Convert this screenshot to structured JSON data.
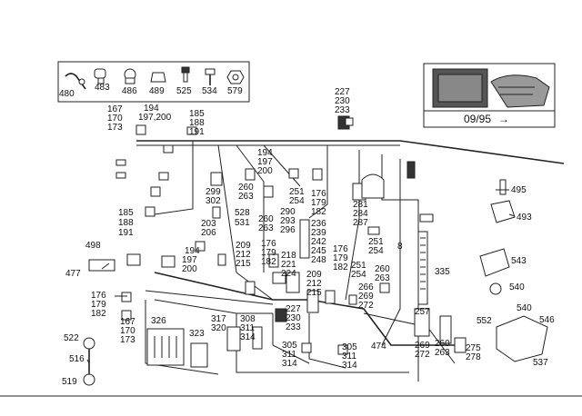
{
  "legend_box": {
    "items": [
      {
        "num": "480",
        "icon": "harness-clip-icon"
      },
      {
        "num": "483",
        "icon": "grommet-icon"
      },
      {
        "num": "486",
        "icon": "plug-icon"
      },
      {
        "num": "489",
        "icon": "cap-icon"
      },
      {
        "num": "525",
        "icon": "bolt-icon"
      },
      {
        "num": "534",
        "icon": "screw-icon"
      },
      {
        "num": "579",
        "icon": "nut-icon"
      }
    ]
  },
  "engine_inset": {
    "date_label": "09/95",
    "arrow": "→"
  },
  "labels": [
    {
      "id": "l227",
      "text": "227"
    },
    {
      "id": "l230a",
      "text": "230"
    },
    {
      "id": "l233a",
      "text": "233"
    },
    {
      "id": "l167a",
      "text": "167"
    },
    {
      "id": "l170a",
      "text": "170"
    },
    {
      "id": "l173a",
      "text": "173"
    },
    {
      "id": "l194a",
      "text": "194"
    },
    {
      "id": "l197200",
      "text": "197,200"
    },
    {
      "id": "l185a",
      "text": "185"
    },
    {
      "id": "l188a",
      "text": "188"
    },
    {
      "id": "l191a",
      "text": "191"
    },
    {
      "id": "l194b",
      "text": "194"
    },
    {
      "id": "l197b",
      "text": "197"
    },
    {
      "id": "l200b",
      "text": "200"
    },
    {
      "id": "l299",
      "text": "299"
    },
    {
      "id": "l302",
      "text": "302"
    },
    {
      "id": "l260a",
      "text": "260"
    },
    {
      "id": "l263a",
      "text": "263"
    },
    {
      "id": "l251a",
      "text": "251"
    },
    {
      "id": "l254a",
      "text": "254"
    },
    {
      "id": "l176a",
      "text": "176"
    },
    {
      "id": "l179a",
      "text": "179"
    },
    {
      "id": "l182a",
      "text": "182"
    },
    {
      "id": "l290",
      "text": "290"
    },
    {
      "id": "l293",
      "text": "293"
    },
    {
      "id": "l296",
      "text": "296"
    },
    {
      "id": "l260b",
      "text": "260"
    },
    {
      "id": "l263b",
      "text": "263"
    },
    {
      "id": "l281",
      "text": "281"
    },
    {
      "id": "l284",
      "text": "284"
    },
    {
      "id": "l287",
      "text": "287"
    },
    {
      "id": "l495",
      "text": "495"
    },
    {
      "id": "l493",
      "text": "493"
    },
    {
      "id": "l185b",
      "text": "185"
    },
    {
      "id": "l188b",
      "text": "188"
    },
    {
      "id": "l191b",
      "text": "191"
    },
    {
      "id": "l528",
      "text": "528"
    },
    {
      "id": "l531",
      "text": "531"
    },
    {
      "id": "l203",
      "text": "203"
    },
    {
      "id": "l206",
      "text": "206"
    },
    {
      "id": "l236",
      "text": "236"
    },
    {
      "id": "l239",
      "text": "239"
    },
    {
      "id": "l242",
      "text": "242"
    },
    {
      "id": "l245",
      "text": "245"
    },
    {
      "id": "l248",
      "text": "248"
    },
    {
      "id": "l251b",
      "text": "251"
    },
    {
      "id": "l254b",
      "text": "254"
    },
    {
      "id": "l8",
      "text": "8"
    },
    {
      "id": "l498",
      "text": "498"
    },
    {
      "id": "l194c",
      "text": "194"
    },
    {
      "id": "l197c",
      "text": "197"
    },
    {
      "id": "l200c",
      "text": "200"
    },
    {
      "id": "l209a",
      "text": "209"
    },
    {
      "id": "l212a",
      "text": "212"
    },
    {
      "id": "l215a",
      "text": "215"
    },
    {
      "id": "l176b",
      "text": "176"
    },
    {
      "id": "l179b",
      "text": "179"
    },
    {
      "id": "l182b",
      "text": "182"
    },
    {
      "id": "l218",
      "text": "218"
    },
    {
      "id": "l221",
      "text": "221"
    },
    {
      "id": "l224",
      "text": "224"
    },
    {
      "id": "l176c",
      "text": "176"
    },
    {
      "id": "l179c",
      "text": "179"
    },
    {
      "id": "l182c",
      "text": "182"
    },
    {
      "id": "l251c",
      "text": "251"
    },
    {
      "id": "l254c",
      "text": "254"
    },
    {
      "id": "l260c",
      "text": "260"
    },
    {
      "id": "l263c",
      "text": "263"
    },
    {
      "id": "l335",
      "text": "335"
    },
    {
      "id": "l543",
      "text": "543"
    },
    {
      "id": "l477",
      "text": "477"
    },
    {
      "id": "l209b",
      "text": "209"
    },
    {
      "id": "l212b",
      "text": "212"
    },
    {
      "id": "l215b",
      "text": "215"
    },
    {
      "id": "l266",
      "text": "266"
    },
    {
      "id": "l269a",
      "text": "269"
    },
    {
      "id": "l272a",
      "text": "272"
    },
    {
      "id": "l540a",
      "text": "540"
    },
    {
      "id": "l176d",
      "text": "176"
    },
    {
      "id": "l179d",
      "text": "179"
    },
    {
      "id": "l182d",
      "text": "182"
    },
    {
      "id": "l227b",
      "text": "227"
    },
    {
      "id": "l230b",
      "text": "230"
    },
    {
      "id": "l233b",
      "text": "233"
    },
    {
      "id": "l167b",
      "text": "167"
    },
    {
      "id": "l170b",
      "text": "170"
    },
    {
      "id": "l173b",
      "text": "173"
    },
    {
      "id": "l326",
      "text": "326"
    },
    {
      "id": "l317",
      "text": "317"
    },
    {
      "id": "l320",
      "text": "320"
    },
    {
      "id": "l308",
      "text": "308"
    },
    {
      "id": "l311a",
      "text": "311"
    },
    {
      "id": "l314a",
      "text": "314"
    },
    {
      "id": "l257",
      "text": "257"
    },
    {
      "id": "l269b",
      "text": "269"
    },
    {
      "id": "l272b",
      "text": "272"
    },
    {
      "id": "l260d",
      "text": "260"
    },
    {
      "id": "l263d",
      "text": "263"
    },
    {
      "id": "l552",
      "text": "552"
    },
    {
      "id": "l540b",
      "text": "540"
    },
    {
      "id": "l546",
      "text": "546"
    },
    {
      "id": "l522",
      "text": "522"
    },
    {
      "id": "l323",
      "text": "323"
    },
    {
      "id": "l305a",
      "text": "305"
    },
    {
      "id": "l311b",
      "text": "311"
    },
    {
      "id": "l314b",
      "text": "314"
    },
    {
      "id": "l305b",
      "text": "305"
    },
    {
      "id": "l311c",
      "text": "311"
    },
    {
      "id": "l314c",
      "text": "314"
    },
    {
      "id": "l474",
      "text": "474"
    },
    {
      "id": "l275",
      "text": "275"
    },
    {
      "id": "l278",
      "text": "278"
    },
    {
      "id": "l516",
      "text": "516"
    },
    {
      "id": "l537",
      "text": "537"
    },
    {
      "id": "l519",
      "text": "519"
    }
  ]
}
